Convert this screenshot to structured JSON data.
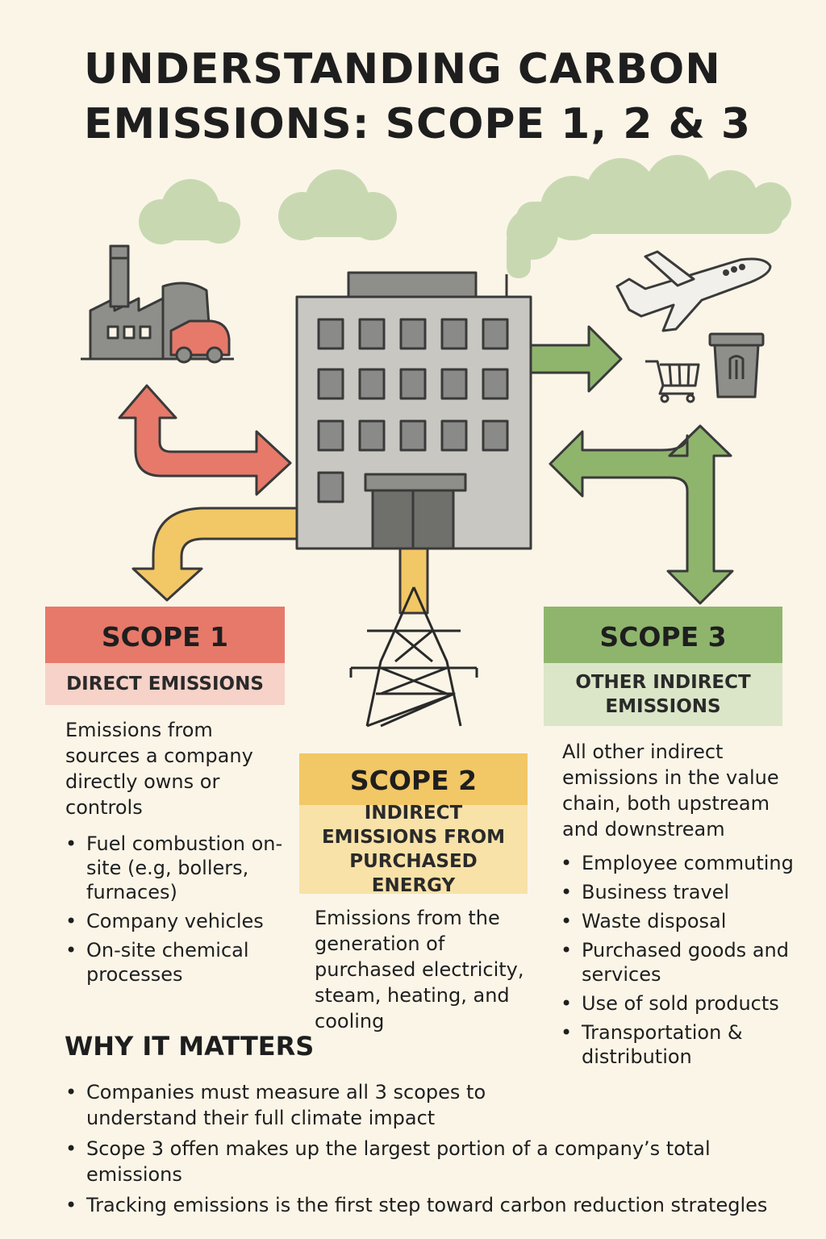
{
  "title": "UNDERSTANDING CARBON EMISSIONS: SCOPE 1, 2 & 3",
  "scope1": {
    "heading": "SCOPE 1",
    "subheading": "DIRECT EMISSIONS",
    "description": "Emissions from sources a company directly owns or controls",
    "bullets": [
      "Fuel combustion on-site (e.g, bollers, furnaces)",
      "Company vehicles",
      "On-site chemical processes"
    ]
  },
  "scope2": {
    "heading": "SCOPE 2",
    "subheading": "INDIRECT EMISSIONS FROM PURCHASED ENERGY",
    "description": "Emissions from the generation of purchased electricity, steam, heating, and cooling"
  },
  "scope3": {
    "heading": "SCOPE 3",
    "subheading": "OTHER INDIRECT EMISSIONS",
    "description": "All other indirect emissions in the value chain, both upstream and downstream",
    "bullets": [
      "Employee commuting",
      "Business travel",
      "Waste disposal",
      "Purchased goods and services",
      "Use of sold products",
      "Transportation & distribution"
    ]
  },
  "why": {
    "title": "WHY IT MATTERS",
    "bullets": [
      "Companies must measure all 3 scopes to understand their full climate impact",
      "Scope 3 offen makes up the largest portion of a company’s total emissions",
      "Tracking emissions is the first step toward carbon reduction strategles"
    ]
  },
  "colors": {
    "scope1": "#e6796a",
    "scope1_light": "#f6d2c8",
    "scope2": "#f2c766",
    "scope2_light": "#f9e2a8",
    "scope3": "#8fb56d",
    "scope3_light": "#dbe6c8",
    "building": "#c9c7c2",
    "window": "#8a8a88",
    "cloud": "#c8d9b2"
  },
  "icons": [
    "factory-icon",
    "truck-icon",
    "office-building-icon",
    "power-tower-icon",
    "airplane-icon",
    "shopping-cart-icon",
    "trash-bin-icon",
    "cloud-icon"
  ]
}
